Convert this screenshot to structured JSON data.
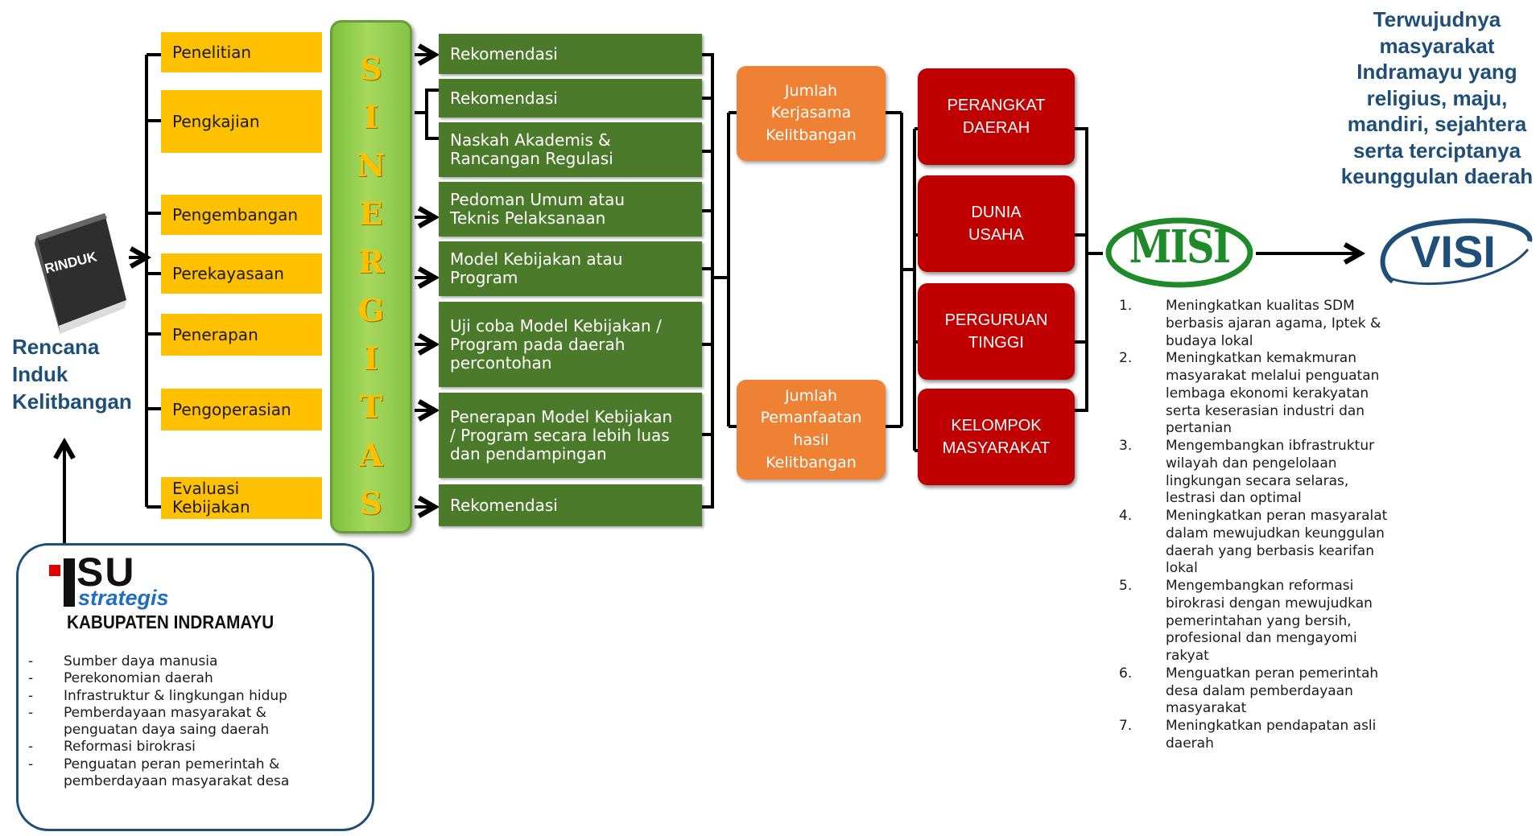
{
  "rinduk": {
    "book_label": "RINDUK",
    "caption": "Rencana\nInduk\nKelitbangan"
  },
  "activities": [
    "Penelitian",
    "Pengkajian",
    "Pengembangan",
    "Perekayasaan",
    "Penerapan",
    "Pengoperasian",
    "Evaluasi\nKebijakan"
  ],
  "sinergitas": [
    "S",
    "I",
    "N",
    "E",
    "R",
    "G",
    "I",
    "T",
    "A",
    "S"
  ],
  "outputs": [
    "Rekomendasi",
    "Rekomendasi",
    "Naskah Akademis &\nRancangan Regulasi",
    "Pedoman Umum atau\nTeknis Pelaksanaan",
    "Model Kebijakan atau\nProgram",
    "Uji coba Model Kebijakan /\nProgram pada daerah\npercontohan",
    "Penerapan Model Kebijakan\n/ Program secara lebih luas\ndan pendampingan",
    "Rekomendasi"
  ],
  "indicators": [
    "Jumlah\nKerjasama\nKelitbangan",
    "Jumlah\nPemanfaatan\nhasil\nKelitbangan"
  ],
  "stakeholders": [
    "PERANGKAT\nDAERAH",
    "DUNIA\nUSAHA",
    "PERGURUAN\nTINGGI",
    "KELOMPOK\nMASYARAKAT"
  ],
  "misi_logo": "MISI",
  "visi_logo": "VISI",
  "vision_text": "Terwujudnya\nmasyarakat\nIndramayu yang\nreligius, maju,\nmandiri, sejahtera\nserta terciptanya\nkeunggulan daerah",
  "misi_items": [
    {
      "num": "1.",
      "text": "Meningkatkan kualitas SDM\nberbasis ajaran agama, Iptek &\nbudaya lokal"
    },
    {
      "num": "2.",
      "text": "Meningkatkan kemakmuran\nmasyarakat melalui  penguatan\nlembaga ekonomi kerakyatan\nserta keserasian industri dan\npertanian"
    },
    {
      "num": "3.",
      "text": "Mengembangkan ibfrastruktur\nwilayah dan pengelolaan\nlingkungan secara selaras,\nlestrasi dan optimal"
    },
    {
      "num": "4.",
      "text": "Meningkatkan peran masyaralat\ndalam mewujudkan  keunggulan\ndaerah yang berbasis kearifan\nlokal"
    },
    {
      "num": "5.",
      "text": "Mengembangkan reformasi\nbirokrasi dengan mewujudkan\npemerintahan yang bersih,\nprofesional dan mengayomi\nrakyat"
    },
    {
      "num": "6.",
      "text": "Menguatkan peran pemerintah\ndesa dalam pemberdayaan\nmasyarakat"
    },
    {
      "num": "7.",
      "text": "Meningkatkan pendapatan asli\ndaerah"
    }
  ],
  "isu": {
    "logo_big": "SU",
    "logo_small": "strategis",
    "subtitle": "KABUPATEN INDRAMAYU",
    "dash": "-",
    "items": [
      "Sumber daya manusia",
      "Perekonomian daerah",
      "Infrastruktur & lingkungan hidup",
      "Pemberdayaan masyarakat &\npenguatan daya saing daerah",
      "Reformasi birokrasi",
      "Penguatan peran pemerintah &\npemberdayaan masyarakat desa"
    ]
  },
  "colors": {
    "yellow": "#ffc000",
    "green": "#4a7a2a",
    "orange": "#ee8133",
    "red": "#c00000",
    "navy": "#1f4e79",
    "misi_green": "#1f8a2a"
  }
}
